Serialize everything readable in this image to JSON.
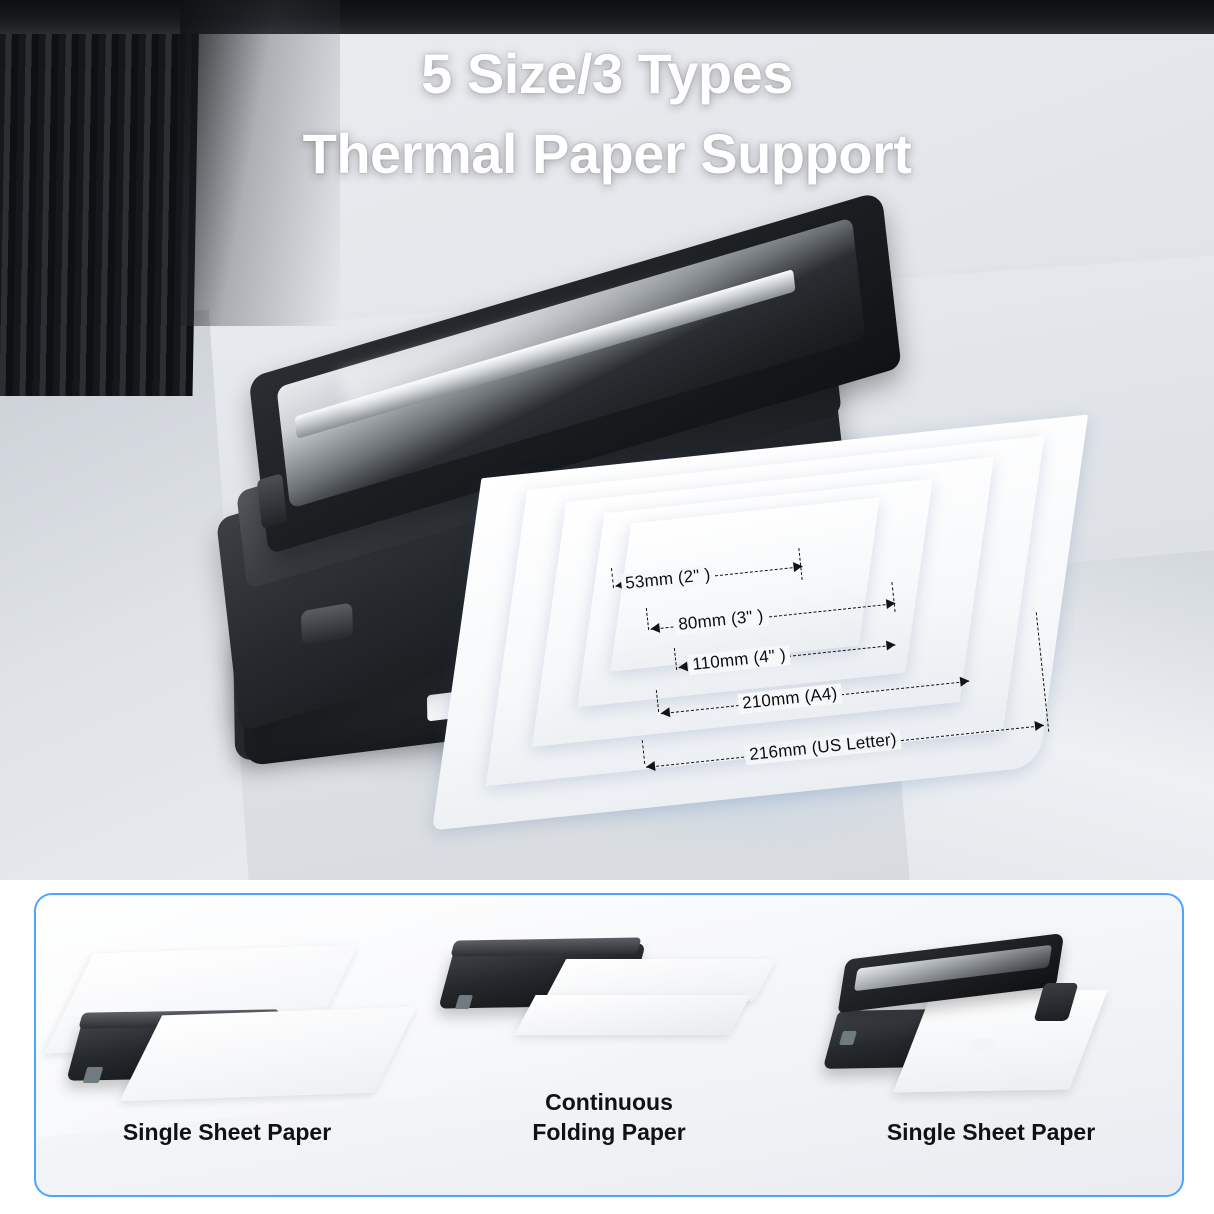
{
  "headline": {
    "line1": "5 Size/3 Types",
    "line2": "Thermal Paper Support"
  },
  "paper_sizes": [
    {
      "id": "size-53",
      "label": "53mm (2\" )"
    },
    {
      "id": "size-80",
      "label": "80mm (3\" )"
    },
    {
      "id": "size-110",
      "label": "110mm (4\" )"
    },
    {
      "id": "size-210",
      "label": "210mm (A4)"
    },
    {
      "id": "size-216",
      "label": "216mm (US Letter)"
    }
  ],
  "paper_types": [
    {
      "id": "type-single-sheet-left",
      "label": "Single Sheet Paper"
    },
    {
      "id": "type-continuous",
      "label": "Continuous\nFolding Paper",
      "line1": "Continuous",
      "line2": "Folding Paper"
    },
    {
      "id": "type-single-sheet-right",
      "label": "Single Sheet Paper"
    }
  ],
  "colors": {
    "accent_border": "#4da3ff",
    "headline_text": "#ffffff",
    "caption_text": "#0f1113",
    "printer_body": "#1c1f22",
    "glow_blue": "#5aaaff"
  }
}
